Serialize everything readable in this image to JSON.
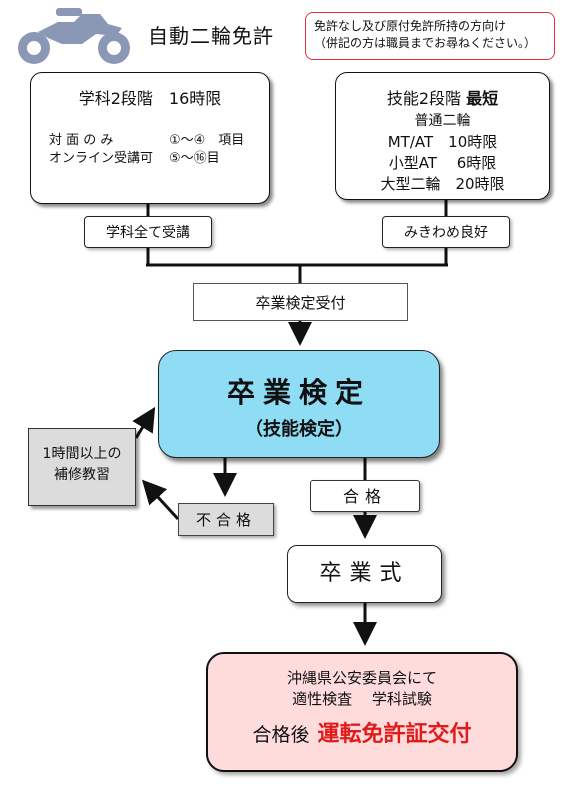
{
  "header": {
    "title": "自動二輪免許",
    "note_line1": "免許なし及び原付免許所持の方向け",
    "note_line2": "（併記の方は職員までお尋ねください。）",
    "icon": "motorcycle-icon"
  },
  "academic": {
    "title": "学科2段階　16時限",
    "row1_label": "対 面 の み",
    "row1_value": "①～④　項目",
    "row2_label": "オンライン受講可",
    "row2_value": "⑤～⑯目",
    "condition": "学科全て受講"
  },
  "skill": {
    "title_prefix": "技能2段階",
    "title_bold": "最短",
    "line1": "普通二輪",
    "line2": "MT/AT　10時限",
    "line3": "小型AT　 6時限",
    "line4": "大型二輪　20時限",
    "condition": "みきわめ良好"
  },
  "flow": {
    "receipt": "卒業検定受付",
    "exam_title": "卒業検定",
    "exam_sub": "（技能検定）",
    "remedial_line1": "1時間以上の",
    "remedial_line2": "補修教習",
    "fail": "不合格",
    "pass": "合格",
    "graduation": "卒業式",
    "final_line1": "沖縄県公安委員会にて",
    "final_line2": "適性検査　 学科試験",
    "final_prefix": "合格後",
    "final_highlight": "運転免許証交付"
  },
  "colors": {
    "exam_fill": "#8fdcf5",
    "final_fill": "#ffdcdc",
    "highlight_red": "#e01b1b",
    "note_border": "#e0303a",
    "fail_fill": "#dcdcdc",
    "icon_color": "#8a97b5"
  }
}
